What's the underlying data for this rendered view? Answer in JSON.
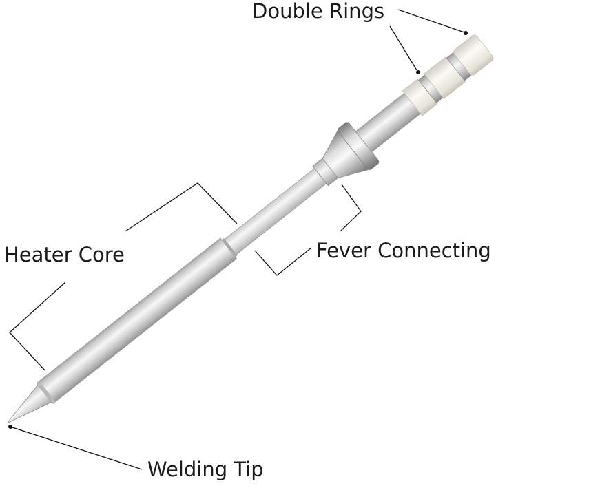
{
  "labels": {
    "double_rings": "Double Rings",
    "heater_core": "Heater Core",
    "fever_connecting": "Fever Connecting",
    "welding_tip": "Welding Tip"
  },
  "colors": {
    "background": "#ffffff",
    "label_text": "#1a1a1a",
    "leader_line": "#111111",
    "steel_light": "#f4f4f4",
    "steel_mid": "#cfcfcf",
    "steel_dark": "#8e8e8e",
    "ceramic": "#f3f1ea"
  }
}
